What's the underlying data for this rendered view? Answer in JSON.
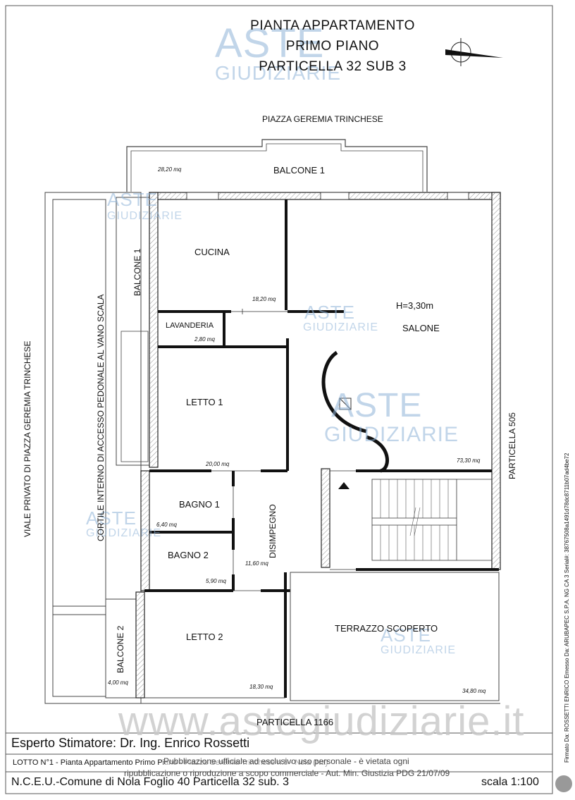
{
  "title": {
    "line1": "PIANTA APPARTAMENTO",
    "line2": "PRIMO PIANO",
    "line3": "PARTICELLA 32 SUB 3"
  },
  "labels": {
    "piazza": "PIAZZA GEREMIA TRINCHESE",
    "balcone1_top": "BALCONE 1",
    "balcone1_side": "BALCONE 1",
    "cucina": "CUCINA",
    "lavanderia": "LAVANDERIA",
    "salone": "SALONE",
    "height": "H=3,30m",
    "letto1": "LETTO 1",
    "bagno1": "BAGNO 1",
    "bagno2": "BAGNO 2",
    "disimpegno": "DISIMPEGNO",
    "letto2": "LETTO 2",
    "terrazzo": "TERRAZZO SCOPERTO",
    "balcone2": "BALCONE 2",
    "particella505": "PARTICELLA 505",
    "particella1166": "PARTICELLA 1166",
    "viale": "VIALE PRIVATO DI PIAZZA GEREMIA TRINCHESE",
    "cortile": "CORTILE INTERNO DI ACCESSO PEDONALE AL VANO SCALA"
  },
  "areas": {
    "balcone1": "28,20 mq",
    "cucina": "18,20 mq",
    "lavanderia": "2,80 mq",
    "letto1": "20,00 mq",
    "salone": "73,30 mq",
    "bagno1": "6,40 mq",
    "bagno2": "5,90 mq",
    "disimpegno": "11,60 mq",
    "letto2": "18,30 mq",
    "terrazzo": "34,80 mq",
    "balcone2": "4,00 mq"
  },
  "footer": {
    "esperto": "Esperto Stimatore: Dr. Ing. Enrico Rossetti",
    "lotto": "LOTTO N°1 - Pianta Appartamento Primo Piano - Piazza Geremia Trinchese n.5 - Nola (Na)",
    "nceu": "N.C.E.U.-Comune di Nola Foglio 40 Particella 32 sub. 3",
    "scala": "scala 1:100"
  },
  "watermarks": {
    "aste": "ASTE",
    "giudiziarie": "GIUDIZIARIE",
    "site": "www.astegiudiziarie.it",
    "notice1": "Pubblicazione ufficiale ad esclusivo uso personale - è vietata ogni",
    "notice2": "ripubblicazione o riproduzione a scopo commerciale - Aut. Min. Giustizia PDG 21/07/09"
  },
  "signature": "Firmato Da: ROSSETTI ENRICO Emesso Da: ARUBAPEC S.P.A. NG CA 3 Serial#: 38767508a1491d78dc8711b07ad4be72"
}
